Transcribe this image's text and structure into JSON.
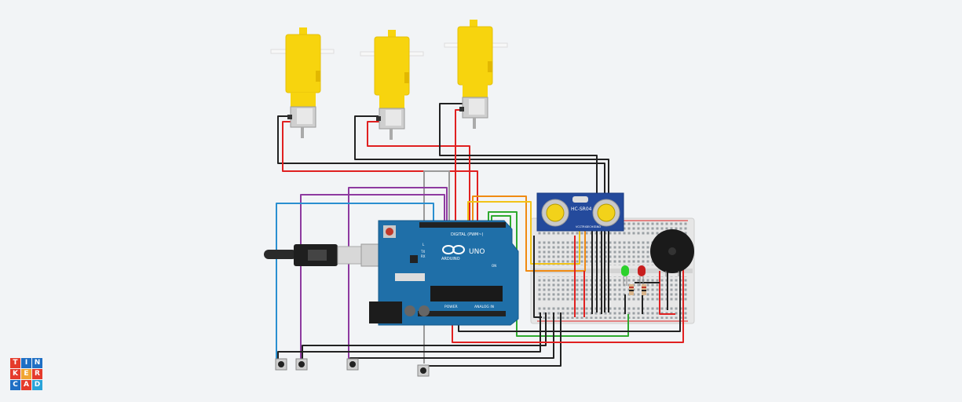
{
  "app": {
    "logo_letters": [
      "T",
      "I",
      "N",
      "K",
      "E",
      "R",
      "C",
      "A",
      "D"
    ],
    "logo_colors": [
      "#e53b2c",
      "#1f6fc4",
      "#1f6fc4",
      "#e53b2c",
      "#f1a533",
      "#e53b2c",
      "#1f6fc4",
      "#e53b2c",
      "#2aa3d9"
    ]
  },
  "arduino": {
    "brand": "ARDUINO",
    "model": "UNO",
    "digital_label": "DIGITAL (PWM~)",
    "power_label": "POWER",
    "analog_label": "ANALOG IN",
    "pin_l": "L",
    "pin_tx": "TX",
    "pin_rx": "RX",
    "pin_on": "ON"
  },
  "sensor": {
    "model": "HC-SR04",
    "pins": [
      "VCC",
      "TRIG",
      "ECHO",
      "GND"
    ]
  },
  "colors": {
    "board_blue": "#1f6fa8",
    "motor_yellow": "#f7d40e",
    "wire_red": "#e02020",
    "wire_black": "#222222",
    "wire_purple": "#8e3aa0",
    "wire_blue": "#2a8fd0",
    "wire_orange": "#f08a12",
    "wire_yellow": "#f2c318",
    "wire_green": "#2faa2f",
    "wire_gray": "#9a9a9a",
    "led_green": "#2bd12b",
    "led_red": "#c81e1e"
  }
}
